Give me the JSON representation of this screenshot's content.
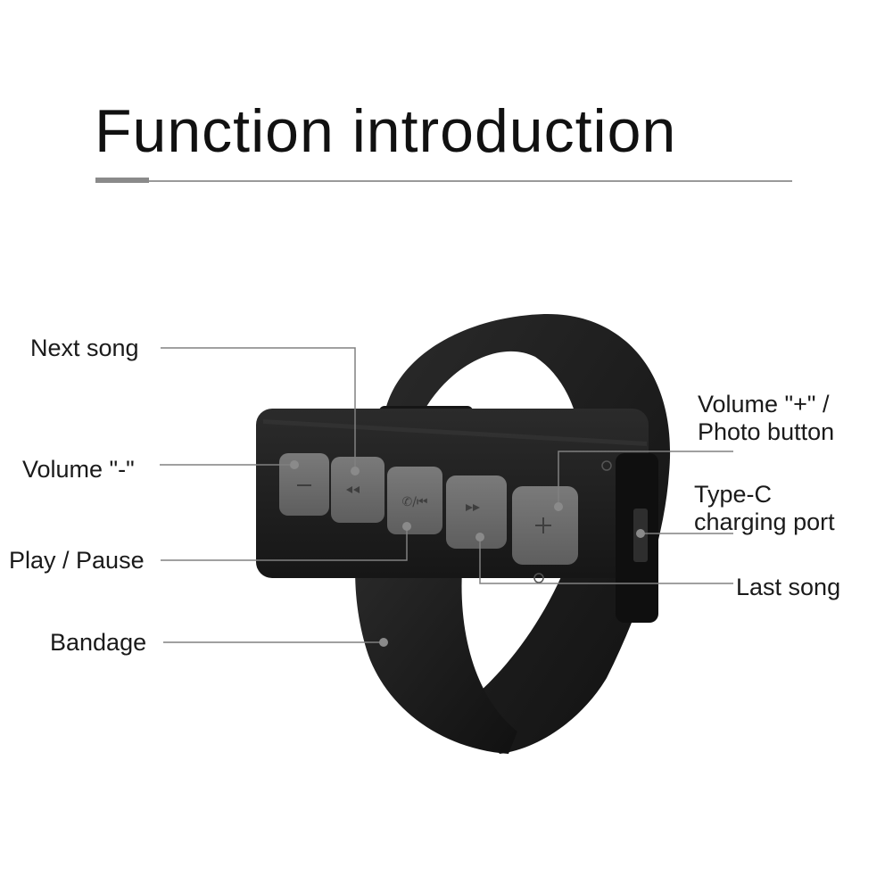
{
  "title": "Function introduction",
  "labels": {
    "next_song": "Next song",
    "volume_minus": "Volume \"-\"",
    "play_pause": "Play / Pause",
    "bandage": "Bandage",
    "volume_plus_line1": "Volume \"+\" /",
    "volume_plus_line2": "Photo button",
    "type_c_line1": "Type-C",
    "type_c_line2": "charging port",
    "last_song": "Last song"
  },
  "icons": [
    "minus-icon",
    "rewind-icon",
    "phone-play-pause-icon",
    "fast-forward-icon",
    "plus-icon"
  ],
  "colors": {
    "strap": "#1c1c1c",
    "device_body": "#202020",
    "button": "#6b6b6b",
    "leader_line": "#808080"
  }
}
